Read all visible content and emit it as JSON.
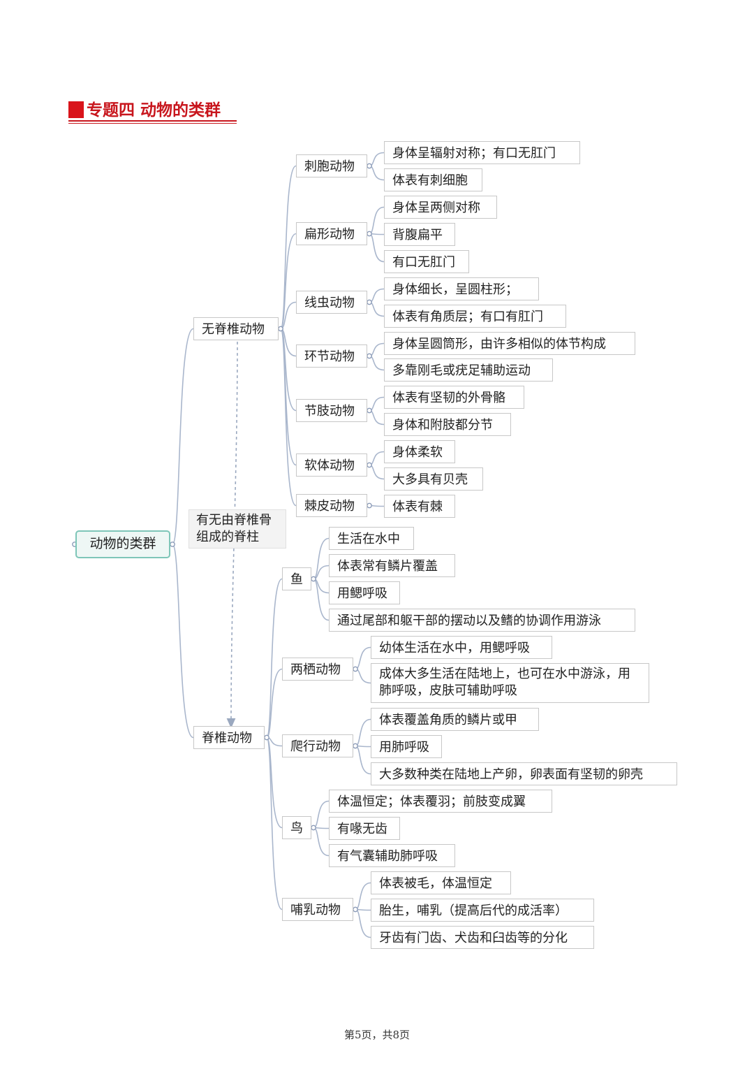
{
  "title": "专题四  动物的类群",
  "root": "动物的类群",
  "question": "有无由脊椎骨组成的脊柱",
  "invertebrates": {
    "label": "无脊椎动物",
    "groups": [
      {
        "label": "刺胞动物",
        "traits": [
          "身体呈辐射对称；有口无肛门",
          "体表有刺细胞"
        ]
      },
      {
        "label": "扁形动物",
        "traits": [
          "身体呈两侧对称",
          "背腹扁平",
          "有口无肛门"
        ]
      },
      {
        "label": "线虫动物",
        "traits": [
          "身体细长，呈圆柱形；",
          "体表有角质层；有口有肛门"
        ]
      },
      {
        "label": "环节动物",
        "traits": [
          "身体呈圆筒形，由许多相似的体节构成",
          "多靠刚毛或疣足辅助运动"
        ]
      },
      {
        "label": "节肢动物",
        "traits": [
          "体表有坚韧的外骨骼",
          "身体和附肢都分节"
        ]
      },
      {
        "label": "软体动物",
        "traits": [
          "身体柔软",
          "大多具有贝壳"
        ]
      },
      {
        "label": "棘皮动物",
        "traits": [
          "体表有棘"
        ]
      }
    ]
  },
  "vertebrates": {
    "label": "脊椎动物",
    "groups": [
      {
        "label": "鱼",
        "traits": [
          "生活在水中",
          "体表常有鳞片覆盖",
          "用鳃呼吸",
          "通过尾部和躯干部的摆动以及鳍的协调作用游泳"
        ]
      },
      {
        "label": "两栖动物",
        "traits": [
          "幼体生活在水中，用鳃呼吸",
          "成体大多生活在陆地上，也可在水中游泳，用肺呼吸，皮肤可辅助呼吸"
        ]
      },
      {
        "label": "爬行动物",
        "traits": [
          "体表覆盖角质的鳞片或甲",
          "用肺呼吸",
          "大多数种类在陆地上产卵，卵表面有坚韧的卵壳"
        ]
      },
      {
        "label": "鸟",
        "traits": [
          "体温恒定；体表覆羽；前肢变成翼",
          "有喙无齿",
          "有气囊辅助肺呼吸"
        ]
      },
      {
        "label": "哺乳动物",
        "traits": [
          "体表被毛，体温恒定",
          "胎生，哺乳（提高后代的成活率）",
          "牙齿有门齿、犬齿和臼齿等的分化"
        ]
      }
    ]
  },
  "footer": "第5页，共8页"
}
